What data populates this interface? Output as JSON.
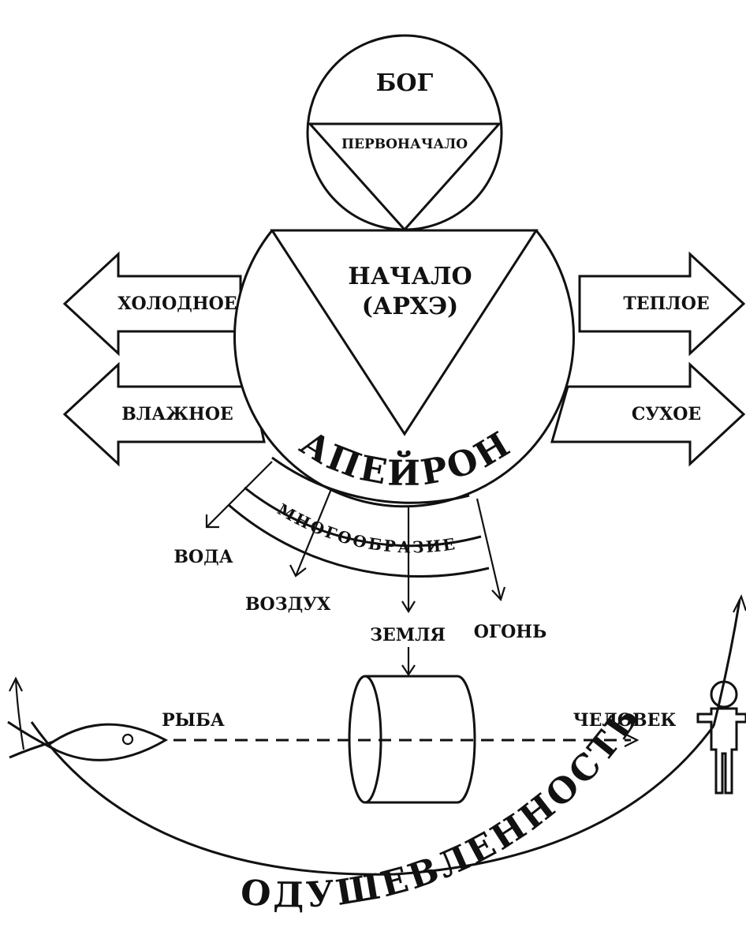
{
  "labels": {
    "god": "БОГ",
    "first_principle": "ПЕРВОНАЧАЛО",
    "arche_line1": "НАЧАЛО",
    "arche_line2": "(АРХЭ)",
    "cold": "ХОЛОДНОЕ",
    "warm": "ТЕПЛОЕ",
    "wet": "ВЛАЖНОЕ",
    "dry": "СУХОЕ",
    "apeiron": "АПЕЙРОН",
    "diversity": "МНОГООБРАЗИЕ",
    "water": "ВОДА",
    "air": "ВОЗДУХ",
    "earth": "ЗЕМЛЯ",
    "fire": "ОГОНЬ",
    "fish": "РЫБА",
    "human": "ЧЕЛОВЕК",
    "animation": "ОДУШЕВЛЕННОСТЬ"
  }
}
